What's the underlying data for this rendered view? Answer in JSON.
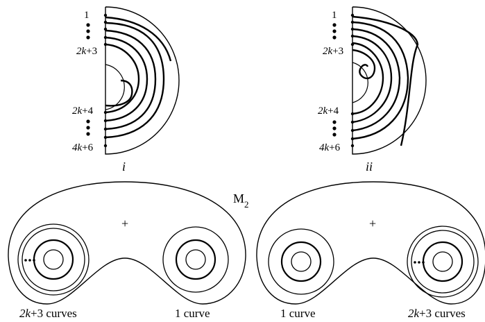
{
  "panels": {
    "left": {
      "top_index": "1",
      "mid_top_label_var": "2k",
      "mid_top_label_rest": "+3",
      "mid_bottom_label_var": "2k",
      "mid_bottom_label_rest": "+4",
      "bottom_label_var": "4k",
      "bottom_label_rest": "+6",
      "caption": "i"
    },
    "right": {
      "top_index": "1",
      "mid_top_label_var": "2k",
      "mid_top_label_rest": "+3",
      "mid_bottom_label_var": "2k",
      "mid_bottom_label_rest": "+4",
      "bottom_label_var": "4k",
      "bottom_label_rest": "+6",
      "caption": "ii"
    }
  },
  "surfaces": {
    "manifold_label_base": "M",
    "manifold_label_sub": "2",
    "left": {
      "plus_sign": "+",
      "left_hole_caption_var": "2k",
      "left_hole_caption_rest": "+3 curves",
      "right_hole_caption": "1 curve"
    },
    "right": {
      "plus_sign": "+",
      "left_hole_caption": "1 curve",
      "right_hole_caption_var": "2k",
      "right_hole_caption_rest": "+3 curves"
    }
  }
}
